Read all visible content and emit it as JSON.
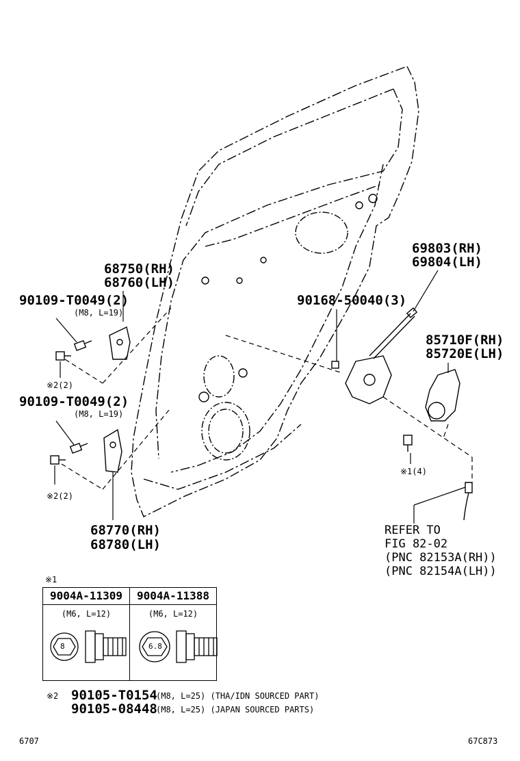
{
  "labels": {
    "p68750": "68750(RH)",
    "p68760": "68760(LH)",
    "p90109a": "90109-T0049(2)",
    "p90109a_dim": "(M8, L=19)",
    "p90109b": "90109-T0049(2)",
    "p90109b_dim": "(M8, L=19)",
    "star2a": "※2(2)",
    "star2b": "※2(2)",
    "p68770": "68770(RH)",
    "p68780": "68780(LH)",
    "p90168": "90168-50040(3)",
    "p69803": "69803(RH)",
    "p69804": "69804(LH)",
    "p85710": "85710F(RH)",
    "p85720": "85720E(LH)",
    "star1_4": "※1(4)",
    "refer1": "REFER TO",
    "refer2": "FIG 82-02",
    "refer3": "(PNC 82153A(RH))",
    "refer4": "(PNC 82154A(LH))"
  },
  "table": {
    "note": "※1",
    "col1_part": "9004A-11309",
    "col1_dim": "(M6, L=12)",
    "col1_grade": "8",
    "col2_part": "9004A-11388",
    "col2_dim": "(M6, L=12)",
    "col2_grade": "6.8"
  },
  "footnote": {
    "mark": "※2",
    "line1_part": "90105-T0154",
    "line1_desc": "(M8, L=25) (THA/IDN SOURCED PART)",
    "line2_part": "90105-08448",
    "line2_desc": "(M8, L=25) (JAPAN SOURCED PARTS)"
  },
  "footer": {
    "left": "6707",
    "right": "67C873"
  }
}
